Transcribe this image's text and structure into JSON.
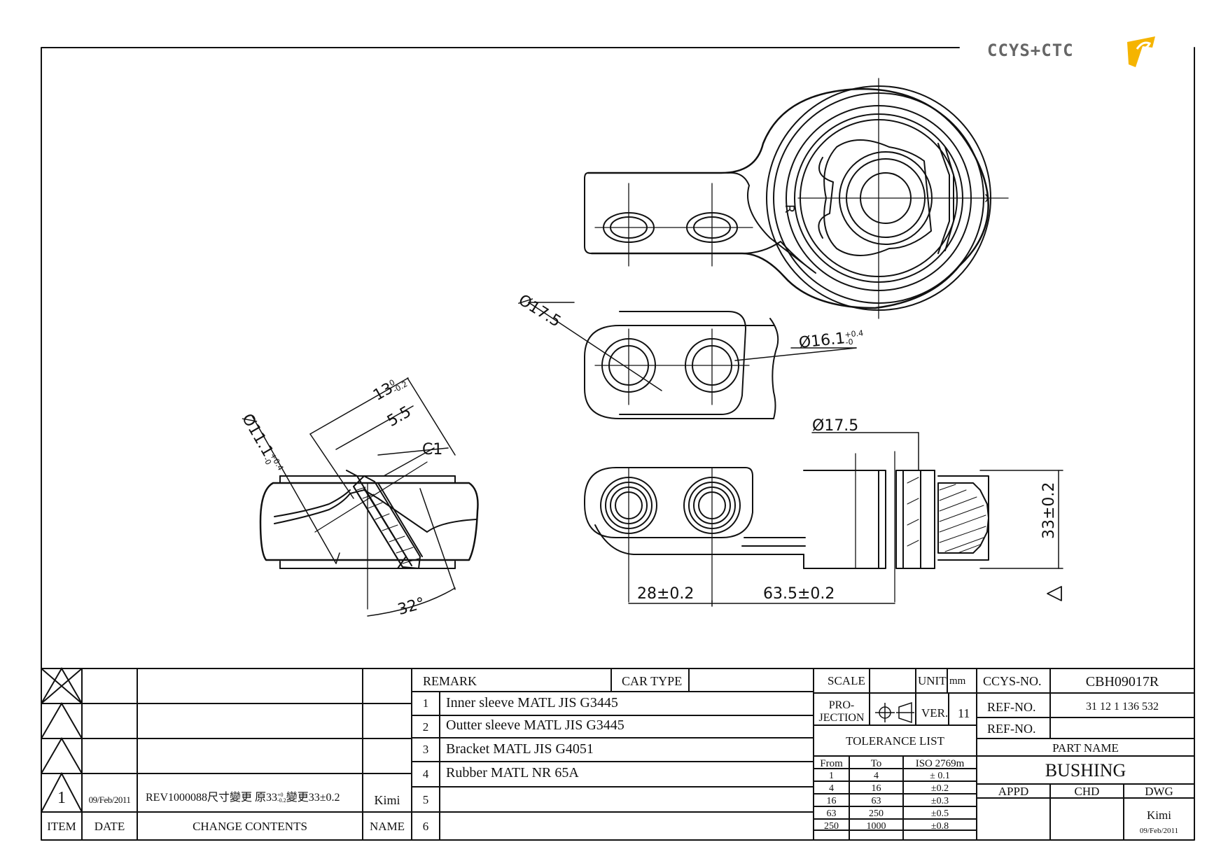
{
  "logo": {
    "text": "CCYS+CTC",
    "accent": "#f5b400"
  },
  "dimensions": {
    "hole_dia_left": "Ø17.5",
    "hole_dia_right_main": "Ø16.1",
    "hole_dia_right_tol_upper": "+0.4",
    "hole_dia_right_tol_lower": "-0",
    "dia_side": "Ø17.5",
    "height": "33±0.2",
    "pitch_1": "28±0.2",
    "pitch_2": "63.5±0.2",
    "section_len": "13",
    "section_len_tol_upper": "0",
    "section_len_tol_lower": "-0.2",
    "section_offset": "5.5",
    "chamfer": "C1",
    "bore_dia": "Ø11.1",
    "bore_tol_upper": "+0.4",
    "bore_tol_lower": "-0",
    "angle": "32°",
    "side_mark": "R"
  },
  "revision_table": {
    "rows": [
      {
        "item": "",
        "date": "",
        "content": "",
        "name": ""
      },
      {
        "item": "",
        "date": "",
        "content": "",
        "name": ""
      },
      {
        "item": "",
        "date": "",
        "content": "",
        "name": ""
      },
      {
        "item": "1",
        "date": "09/Feb/2011",
        "content": "REV1000088尺寸變更 原33",
        "content_sup": "+0",
        "content_sub": "-0.2",
        "content_tail": "變更33±0.2",
        "name": "Kimi"
      }
    ],
    "headers": {
      "item": "ITEM",
      "date": "DATE",
      "content": "CHANGE CONTENTS",
      "name": "NAME"
    }
  },
  "remark_table": {
    "header_remark": "REMARK",
    "header_car_type": "CAR TYPE",
    "car_type": "",
    "rows": [
      {
        "no": "1",
        "text": "Inner sleeve MATL JIS G3445"
      },
      {
        "no": "2",
        "text": "Outter sleeve MATL JIS G3445"
      },
      {
        "no": "3",
        "text": "Bracket MATL JIS G4051"
      },
      {
        "no": "4",
        "text": "Rubber MATL NR 65A"
      },
      {
        "no": "5",
        "text": ""
      },
      {
        "no": "6",
        "text": ""
      }
    ]
  },
  "title_block": {
    "scale_label": "SCALE",
    "scale_value": "",
    "unit_label": "UNIT",
    "unit_value": "mm",
    "projection_label_1": "PRO-",
    "projection_label_2": "JECTION",
    "ver_label": "VER.",
    "ver_value": "11",
    "ccys_no_label": "CCYS-NO.",
    "ccys_no": "CBH09017R",
    "ref_no_label": "REF-NO.",
    "ref_no": "31 12 1 136 532",
    "ref_no_label_2": "REF-NO.",
    "ref_no_2": "",
    "part_name_label": "PART NAME",
    "part_name": "BUSHING",
    "appd_label": "APPD",
    "chd_label": "CHD",
    "dwg_label": "DWG",
    "appd": "",
    "chd": "",
    "dwg": "Kimi",
    "dwg_date": "09/Feb/2011"
  },
  "tolerance_list": {
    "title": "TOLERANCE LIST",
    "headers": {
      "from": "From",
      "to": "To",
      "iso": "ISO 2769m"
    },
    "rows": [
      {
        "from": "1",
        "to": "4",
        "tol": "± 0.1"
      },
      {
        "from": "4",
        "to": "16",
        "tol": "±0.2"
      },
      {
        "from": "16",
        "to": "63",
        "tol": "±0.3"
      },
      {
        "from": "63",
        "to": "250",
        "tol": "±0.5"
      },
      {
        "from": "250",
        "to": "1000",
        "tol": "±0.8"
      }
    ]
  }
}
